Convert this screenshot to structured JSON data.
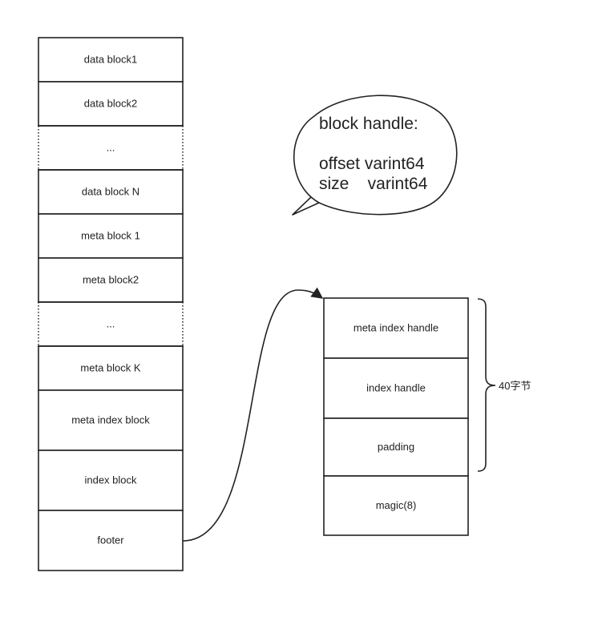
{
  "file_layout": {
    "blocks": [
      {
        "label": "data block1",
        "dotted": false
      },
      {
        "label": "data block2",
        "dotted": false
      },
      {
        "label": "...",
        "dotted": true
      },
      {
        "label": "data block N",
        "dotted": false
      },
      {
        "label": "meta block 1",
        "dotted": false
      },
      {
        "label": "meta block2",
        "dotted": false
      },
      {
        "label": "...",
        "dotted": true
      },
      {
        "label": "meta block K",
        "dotted": false
      },
      {
        "label": "meta index block",
        "dotted": false
      },
      {
        "label": "index block",
        "dotted": false
      },
      {
        "label": "footer",
        "dotted": false
      }
    ]
  },
  "callout": {
    "title": "block handle:",
    "line1": "offset varint64",
    "line2": "size    varint64"
  },
  "footer_layout": {
    "fields": [
      {
        "label": "meta index handle"
      },
      {
        "label": "index handle"
      },
      {
        "label": "padding"
      },
      {
        "label": "magic(8)"
      }
    ],
    "brace_label": "40字节"
  }
}
